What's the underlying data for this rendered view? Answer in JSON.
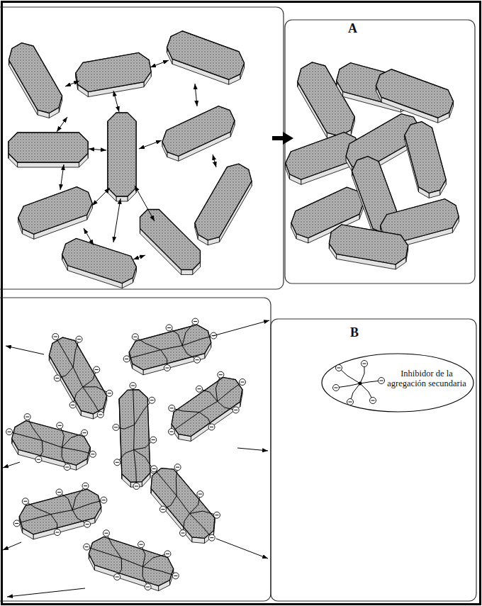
{
  "diagram": {
    "nodes": [
      {
        "text": [
          "Inhibidor de la agregación secundaria"
        ]
      }
    ],
    "labels": [
      "A",
      "B"
    ]
  }
}
